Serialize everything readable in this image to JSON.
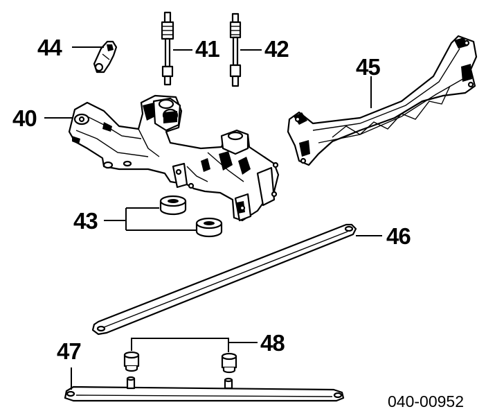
{
  "callouts": {
    "c40": "40",
    "c41": "41",
    "c42": "42",
    "c43": "43",
    "c44": "44",
    "c45": "45",
    "c46": "46",
    "c47": "47",
    "c48": "48"
  },
  "figure_code": "040-00952",
  "parts": {
    "p40": "front-crossmember-subframe",
    "p41": "stud-bolt",
    "p42": "stud-bolt",
    "p43": "mount-bushing-pair",
    "p44": "bracket",
    "p45": "rear-crossmember",
    "p46": "brace-bar",
    "p47": "brace-bar-with-studs",
    "p48": "stud-cap-pair"
  }
}
